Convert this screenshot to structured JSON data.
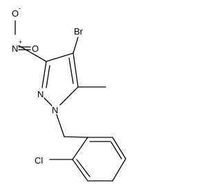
{
  "molecule": {
    "atoms": {
      "oxygen_minus": "O",
      "oxygen_minus_charge": "-",
      "nitro_n": "N",
      "nitro_n_charge": "+",
      "oxygen_double": "O",
      "bromine": "Br",
      "ring_n2": "N",
      "ring_n1": "N",
      "chlorine": "Cl"
    }
  }
}
